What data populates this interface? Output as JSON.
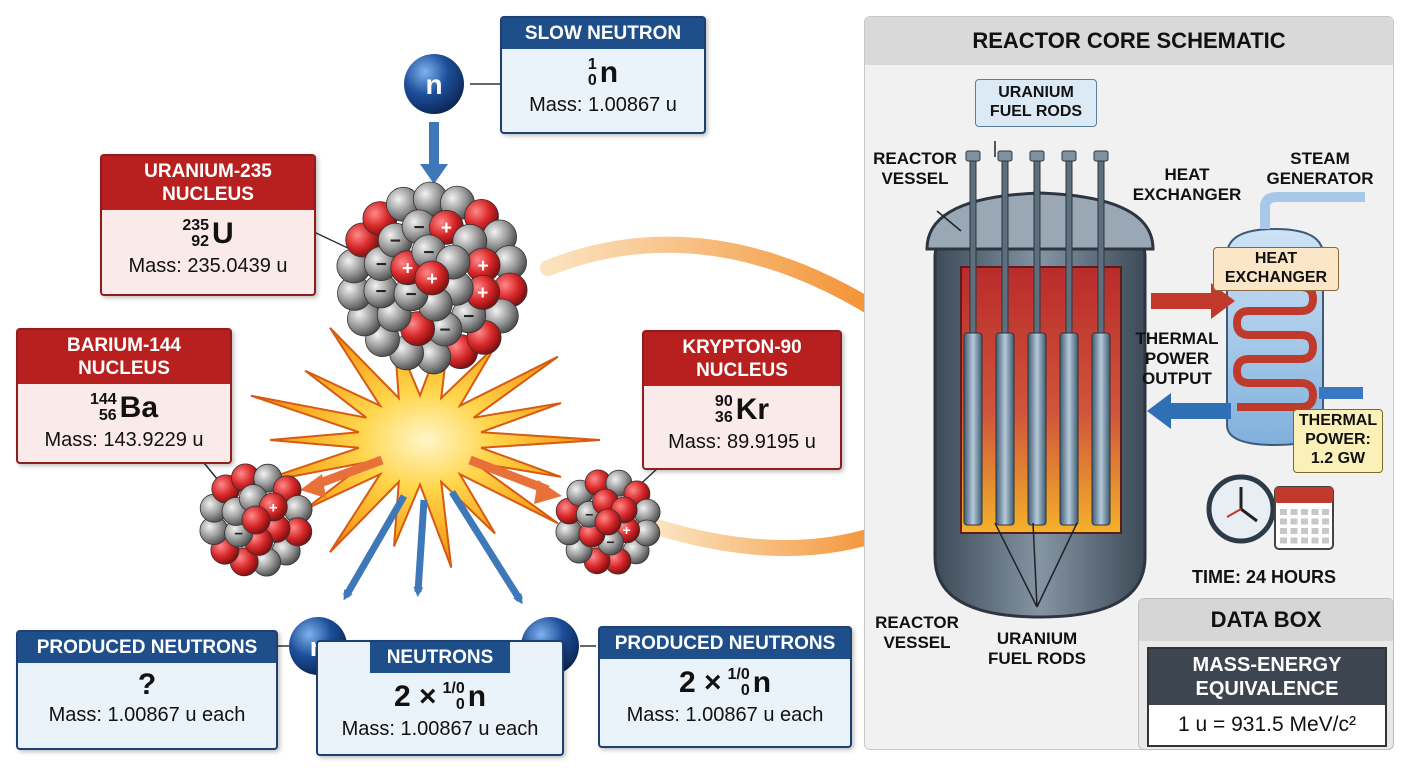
{
  "slow_neutron": {
    "title": "SLOW NEUTRON",
    "mass_number": "1",
    "atomic_number": "0",
    "symbol": "n",
    "mass": "Mass: 1.00867 u"
  },
  "uranium": {
    "title_line1": "URANIUM-235",
    "title_line2": "NUCLEUS",
    "mass_number": "235",
    "atomic_number": "92",
    "symbol": "U",
    "mass": "Mass: 235.0439 u"
  },
  "barium": {
    "title_line1": "BARIUM-144",
    "title_line2": "NUCLEUS",
    "mass_number": "144",
    "atomic_number": "56",
    "symbol": "Ba",
    "mass": "Mass: 143.9229 u"
  },
  "krypton": {
    "title_line1": "KRYPTON-90",
    "title_line2": "NUCLEUS",
    "mass_number": "90",
    "atomic_number": "36",
    "symbol": "Kr",
    "mass": "Mass: 89.9195 u"
  },
  "produced_left": {
    "title": "PRODUCED NEUTRONS",
    "value": "?",
    "mass": "Mass: 1.00867 u each"
  },
  "neutrons_mid": {
    "title": "NEUTRONS",
    "coef": "2 ×",
    "mass_number": "1/0",
    "atomic_number": "0",
    "symbol": "n",
    "mass": "Mass: 1.00867 u each"
  },
  "produced_right": {
    "title": "PRODUCED NEUTRONS",
    "coef": "2 ×",
    "mass_number": "1/0",
    "atomic_number": "0",
    "symbol": "n",
    "mass": "Mass: 1.00867 u each"
  },
  "neutron_symbol": "n",
  "reactor": {
    "title": "REACTOR CORE SCHEMATIC",
    "fuel_rods_top_line1": "URANIUM",
    "fuel_rods_top_line2": "FUEL RODS",
    "vessel_top_line1": "REACTOR",
    "vessel_top_line2": "VESSEL",
    "heat_exchanger_label_line1": "HEAT",
    "heat_exchanger_label_line2": "EXCHANGER",
    "steam_gen_line1": "STEAM",
    "steam_gen_line2": "GENERATOR",
    "heat_exchanger_tag_line1": "HEAT",
    "heat_exchanger_tag_line2": "EXCHANGER",
    "thermal_output_line1": "THERMAL",
    "thermal_output_line2": "POWER",
    "thermal_output_line3": "OUTPUT",
    "thermal_power_line1": "THERMAL",
    "thermal_power_line2": "POWER:",
    "thermal_power_line3": "1.2 GW",
    "time": "TIME: 24 HOURS",
    "vessel_bottom_line1": "REACTOR",
    "vessel_bottom_line2": "VESSEL",
    "fuel_rods_bottom_line1": "URANIUM",
    "fuel_rods_bottom_line2": "FUEL RODS"
  },
  "data_box": {
    "title": "DATA BOX",
    "header_line1": "MASS-ENERGY",
    "header_line2": "EQUIVALENCE",
    "value": "1 u = 931.5 MeV/c²"
  },
  "colors": {
    "proton": "#d8282a",
    "neutron_ball": "#9a9a9a",
    "neutron_particle": "#1d4f9a",
    "explosion": "#f5a21b",
    "arrow_orange": "#f29a38",
    "arrow_blue": "#3e78b8"
  }
}
